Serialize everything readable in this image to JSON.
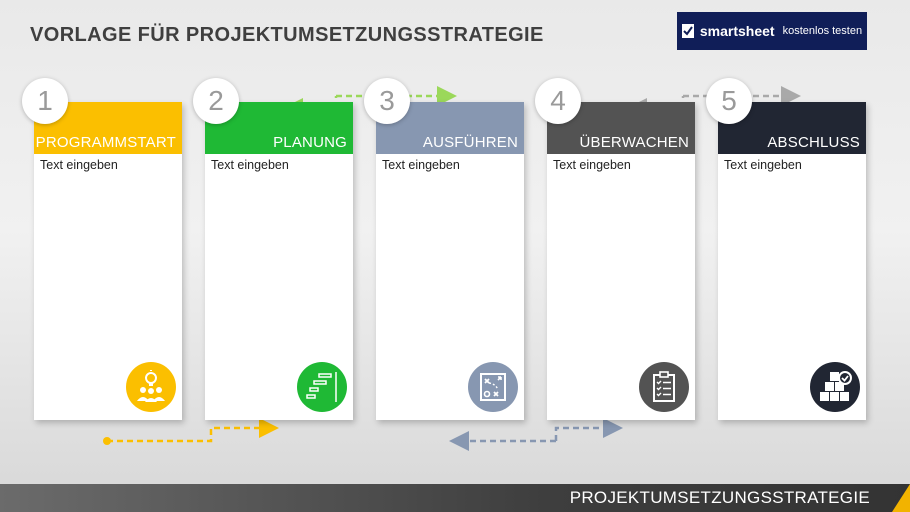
{
  "title": "VORLAGE FÜR PROJEKTUMSETZUNGSSTRATEGIE",
  "cta": {
    "brand": "smartsheet",
    "label": "kostenlos testen"
  },
  "steps": [
    {
      "number": "1",
      "label": "PROGRAMMSTART",
      "text": "Text eingeben",
      "color": "#fbbf00",
      "icon": "lightbulb-team-icon"
    },
    {
      "number": "2",
      "label": "PLANUNG",
      "text": "Text eingeben",
      "color": "#1fb935",
      "icon": "gantt-icon"
    },
    {
      "number": "3",
      "label": "AUSFÜHREN",
      "text": "Text eingeben",
      "color": "#8797b1",
      "icon": "strategy-board-icon"
    },
    {
      "number": "4",
      "label": "ÜBERWACHEN",
      "text": "Text eingeben",
      "color": "#535353",
      "icon": "checklist-clipboard-icon"
    },
    {
      "number": "5",
      "label": "ABSCHLUSS",
      "text": "Text eingeben",
      "color": "#212633",
      "icon": "boxes-check-icon"
    }
  ],
  "footer": "PROJEKTUMSETZUNGSSTRATEGIE"
}
